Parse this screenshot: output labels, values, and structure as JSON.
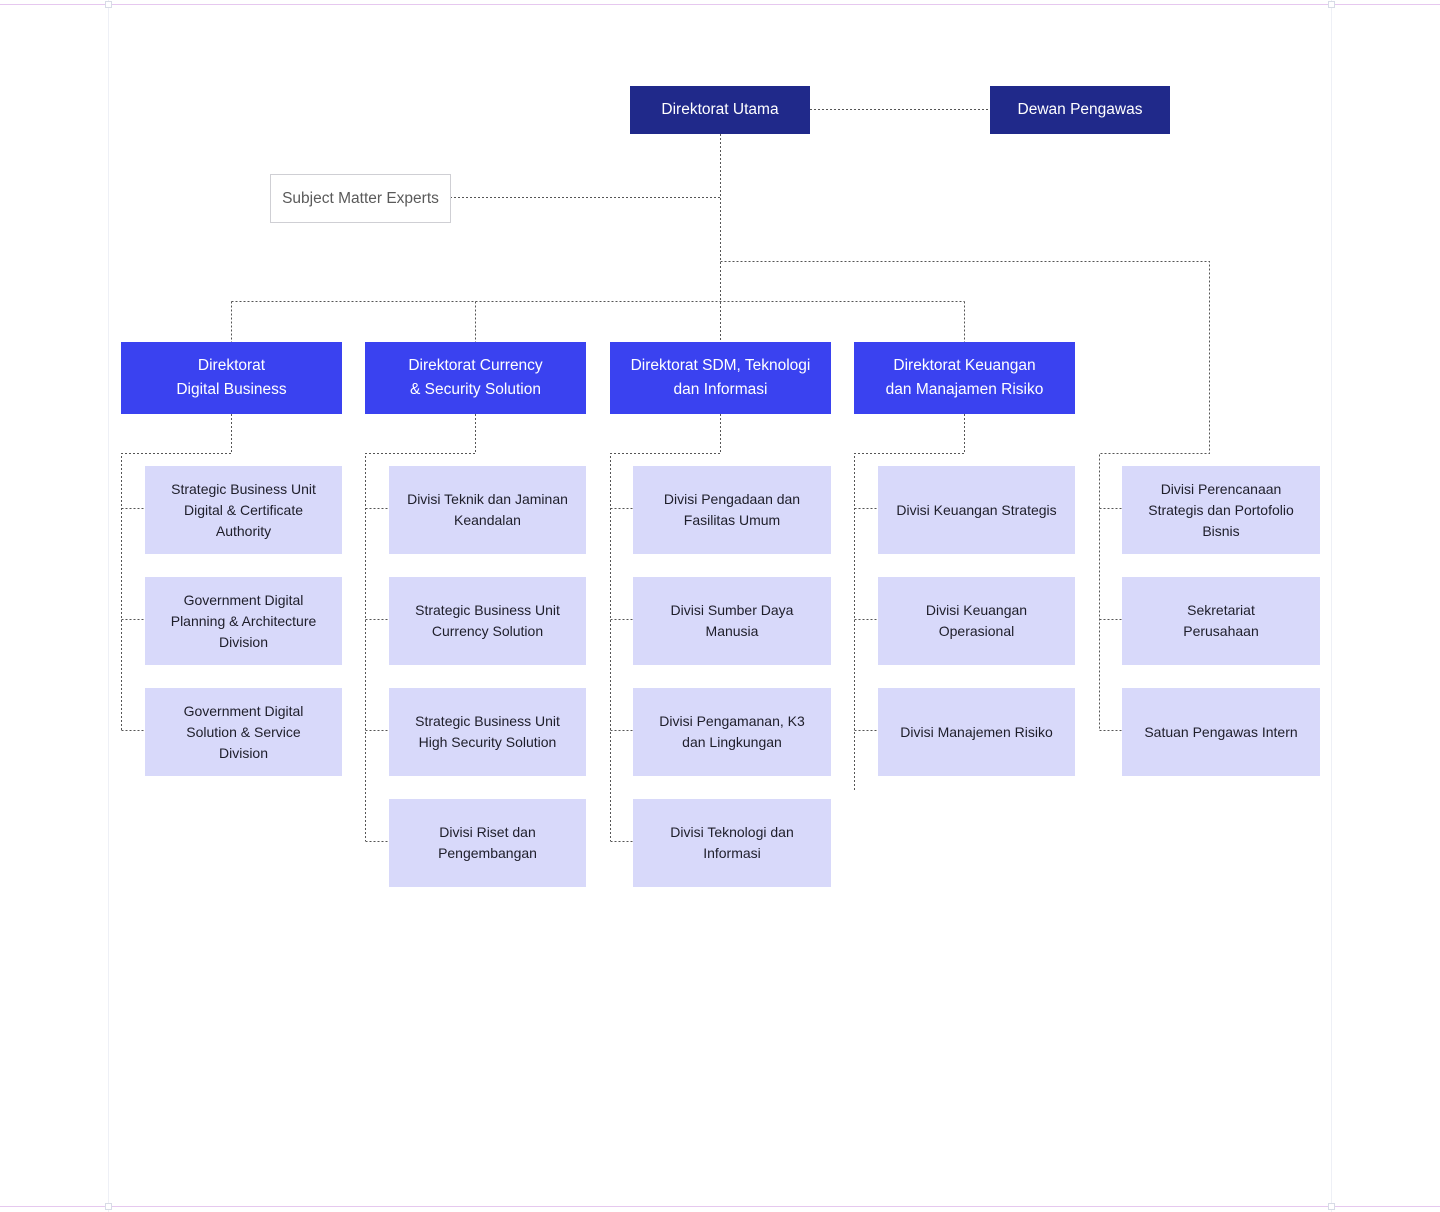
{
  "top": {
    "utama": "Direktorat Utama",
    "pengawas": "Dewan Pengawas"
  },
  "sme": "Subject Matter Experts",
  "directorates": [
    {
      "name": "Direktorat\nDigital Business",
      "divisions": [
        "Strategic Business Unit\nDigital & Certificate\nAuthority",
        "Government Digital\nPlanning & Architecture\nDivision",
        "Government Digital\nSolution & Service\nDivision"
      ]
    },
    {
      "name": "Direktorat Currency\n& Security Solution",
      "divisions": [
        "Divisi Teknik dan Jaminan\nKeandalan",
        "Strategic Business Unit\nCurrency Solution",
        "Strategic Business Unit\nHigh Security Solution",
        "Divisi Riset dan\nPengembangan"
      ]
    },
    {
      "name": "Direktorat SDM, Teknologi\ndan Informasi",
      "divisions": [
        "Divisi Pengadaan dan\nFasilitas Umum",
        "Divisi Sumber Daya\nManusia",
        "Divisi Pengamanan, K3\ndan Lingkungan",
        "Divisi Teknologi dan\nInformasi"
      ]
    },
    {
      "name": "Direktorat Keuangan\ndan Manajamen Risiko",
      "divisions": [
        "Divisi Keuangan Strategis",
        "Divisi Keuangan\nOperasional",
        "Divisi Manajemen Risiko"
      ]
    }
  ],
  "direct_units": [
    "Divisi Perencanaan\nStrategis dan Portofolio\nBisnis",
    "Sekretariat\nPerusahaan",
    "Satuan Pengawas Intern"
  ],
  "colors": {
    "top_box": "#20298a",
    "directorate_box": "#3a42f0",
    "division_box": "#d8d9fa",
    "connector": "#555555"
  }
}
